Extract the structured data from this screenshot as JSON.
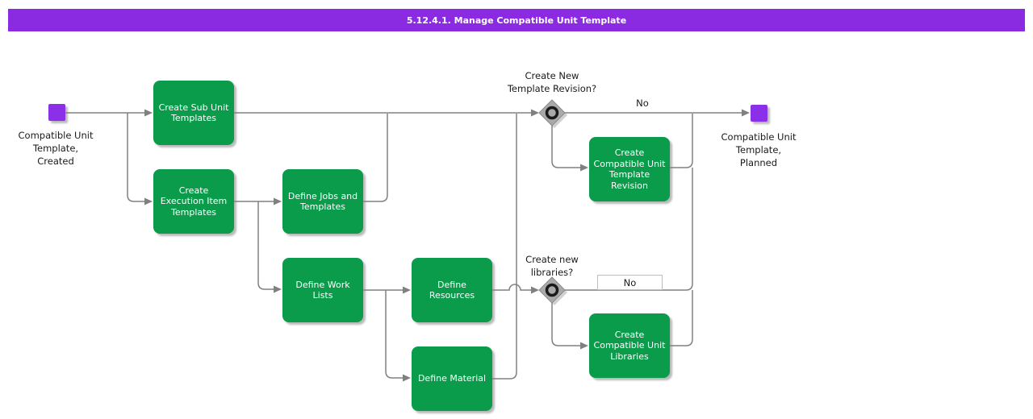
{
  "header": {
    "title": "5.12.4.1. Manage Compatible Unit Template"
  },
  "nodes": {
    "start": {
      "type": "start-event",
      "lines": [
        "Compatible Unit",
        "Template,",
        "Created"
      ]
    },
    "end": {
      "type": "end-event",
      "lines": [
        "Compatible Unit",
        "Template,",
        "Planned"
      ]
    }
  },
  "tasks": [
    {
      "id": "create-sub-unit-templates",
      "lines": [
        "Create Sub Unit",
        "Templates"
      ]
    },
    {
      "id": "create-execution-item-templates",
      "lines": [
        "Create",
        "Execution Item",
        "Templates"
      ]
    },
    {
      "id": "define-jobs-and-templates",
      "lines": [
        "Define Jobs and",
        "Templates"
      ]
    },
    {
      "id": "define-work-lists",
      "lines": [
        "Define Work",
        "Lists"
      ]
    },
    {
      "id": "define-resources",
      "lines": [
        "Define",
        "Resources"
      ]
    },
    {
      "id": "define-material",
      "lines": [
        "Define Material"
      ]
    },
    {
      "id": "create-compatible-unit-template-revision",
      "lines": [
        "Create",
        "Compatible Unit",
        "Template",
        "Revision"
      ]
    },
    {
      "id": "create-compatible-unit-libraries",
      "lines": [
        "Create",
        "Compatible Unit",
        "Libraries"
      ]
    }
  ],
  "decisions": [
    {
      "id": "create-new-template-revision",
      "lines": [
        "Create New",
        "Template Revision?"
      ],
      "no_label": "No"
    },
    {
      "id": "create-new-libraries",
      "lines": [
        "Create new",
        "libraries?"
      ],
      "no_label": "No"
    }
  ],
  "colors": {
    "header_bg": "#8a2be2",
    "event_purple": "#8b2fe8",
    "task_green": "#0a9b4b",
    "connector_gray": "#808080",
    "gateway_gray": "#a9a9a9",
    "gateway_ring": "#1a1a1a",
    "text_dark": "#1a1a1a",
    "text_light": "#ffffff"
  }
}
